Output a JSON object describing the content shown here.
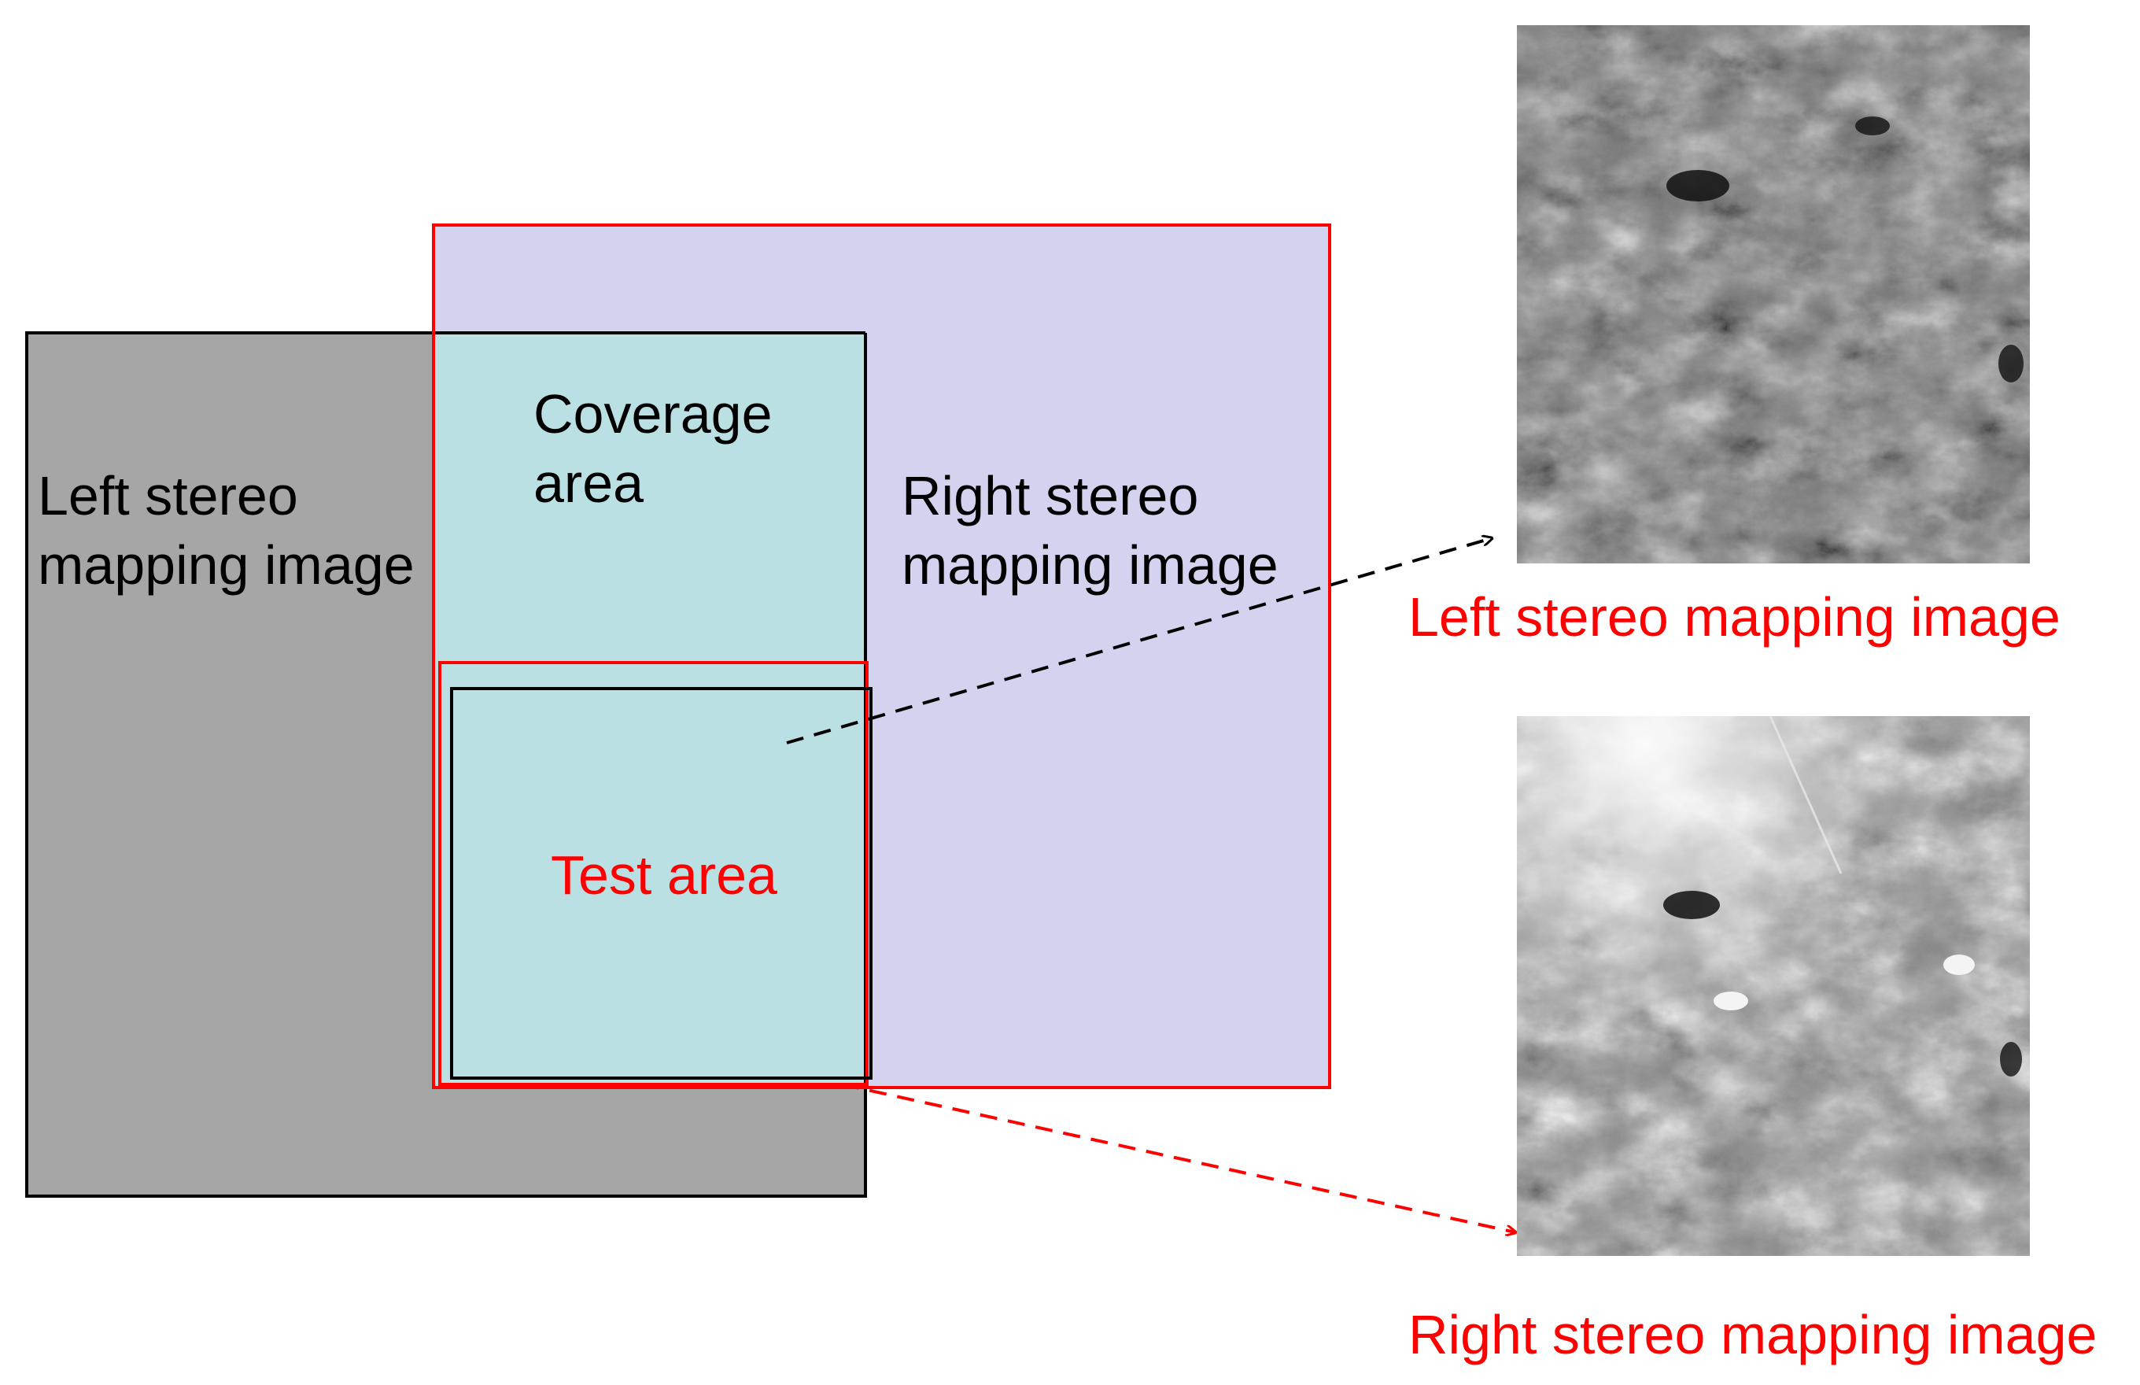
{
  "diagram": {
    "left_box_label": {
      "line1": "Left stereo",
      "line2": "mapping image"
    },
    "right_box_label": {
      "line1": "Right stereo",
      "line2": "mapping image"
    },
    "coverage_label": {
      "line1": "Coverage",
      "line2": "area"
    },
    "test_area_label": "Test area",
    "left_image_caption": "Left stereo mapping image",
    "right_image_caption": "Right stereo mapping image"
  },
  "colors": {
    "left_box_fill": "#a6a6a6",
    "right_box_fill": "#d3d3ef",
    "overlap_fill": "#bbe0e3",
    "red_accent": "#ff0000",
    "black_stroke": "#000000"
  }
}
